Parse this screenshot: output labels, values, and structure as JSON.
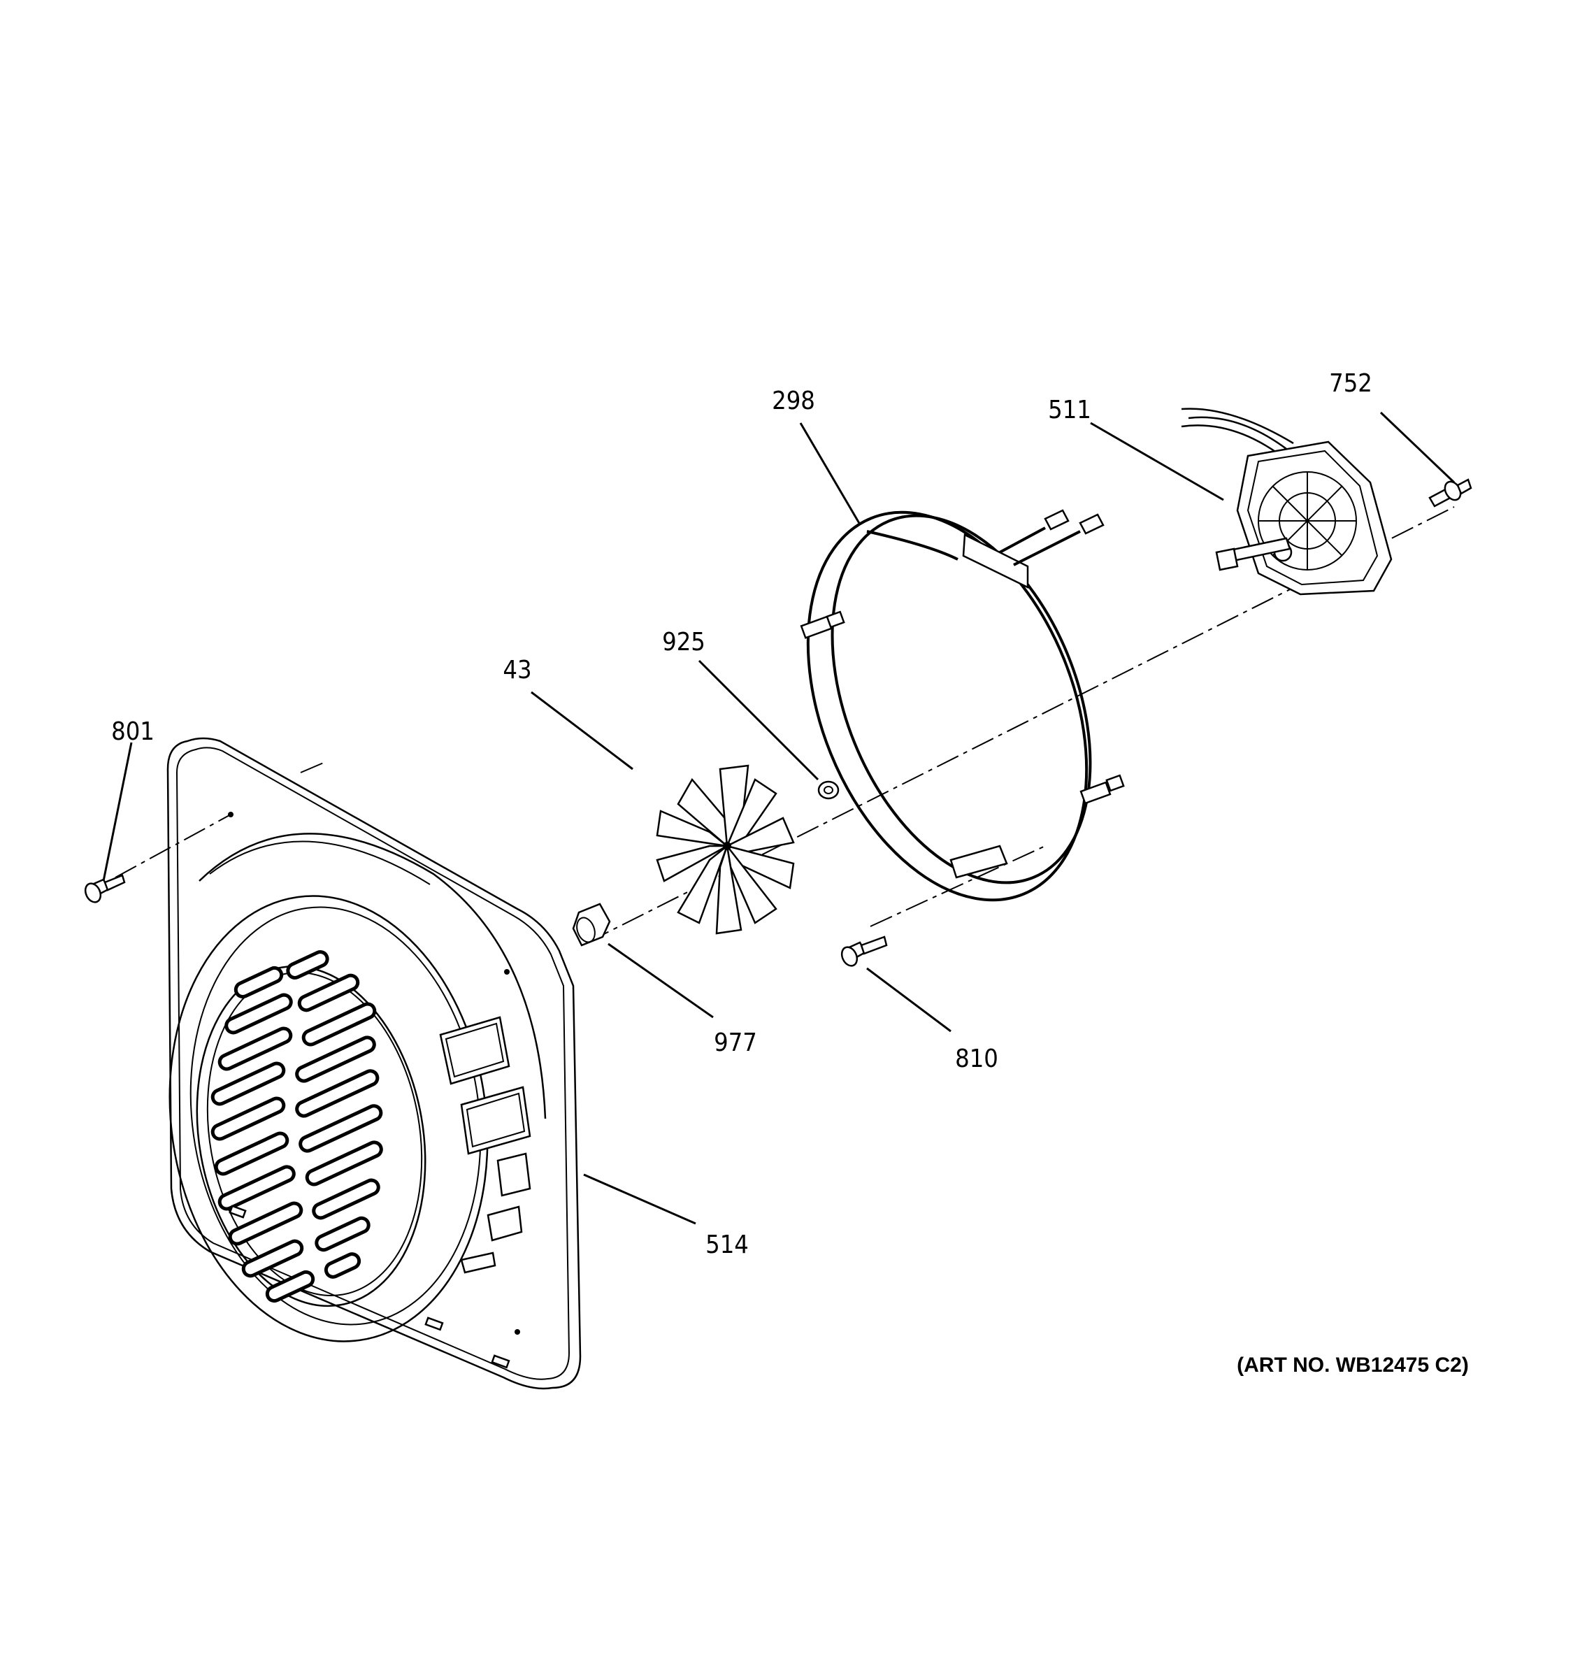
{
  "callouts": [
    {
      "id": "801",
      "label": "801"
    },
    {
      "id": "43",
      "label": "43"
    },
    {
      "id": "925",
      "label": "925"
    },
    {
      "id": "298",
      "label": "298"
    },
    {
      "id": "511",
      "label": "511"
    },
    {
      "id": "752",
      "label": "752"
    },
    {
      "id": "977",
      "label": "977"
    },
    {
      "id": "810",
      "label": "810"
    },
    {
      "id": "514",
      "label": "514"
    }
  ],
  "art_number": "(ART NO. WB12475 C2)",
  "parts": [
    {
      "callout": "801",
      "icon": "screw-icon"
    },
    {
      "callout": "43",
      "icon": "fan-blade-icon"
    },
    {
      "callout": "925",
      "icon": "washer-icon"
    },
    {
      "callout": "298",
      "icon": "heating-element-ring-icon"
    },
    {
      "callout": "511",
      "icon": "motor-icon"
    },
    {
      "callout": "752",
      "icon": "screw-icon"
    },
    {
      "callout": "977",
      "icon": "nut-icon"
    },
    {
      "callout": "810",
      "icon": "screw-icon"
    },
    {
      "callout": "514",
      "icon": "fan-cover-baffle-icon"
    }
  ]
}
